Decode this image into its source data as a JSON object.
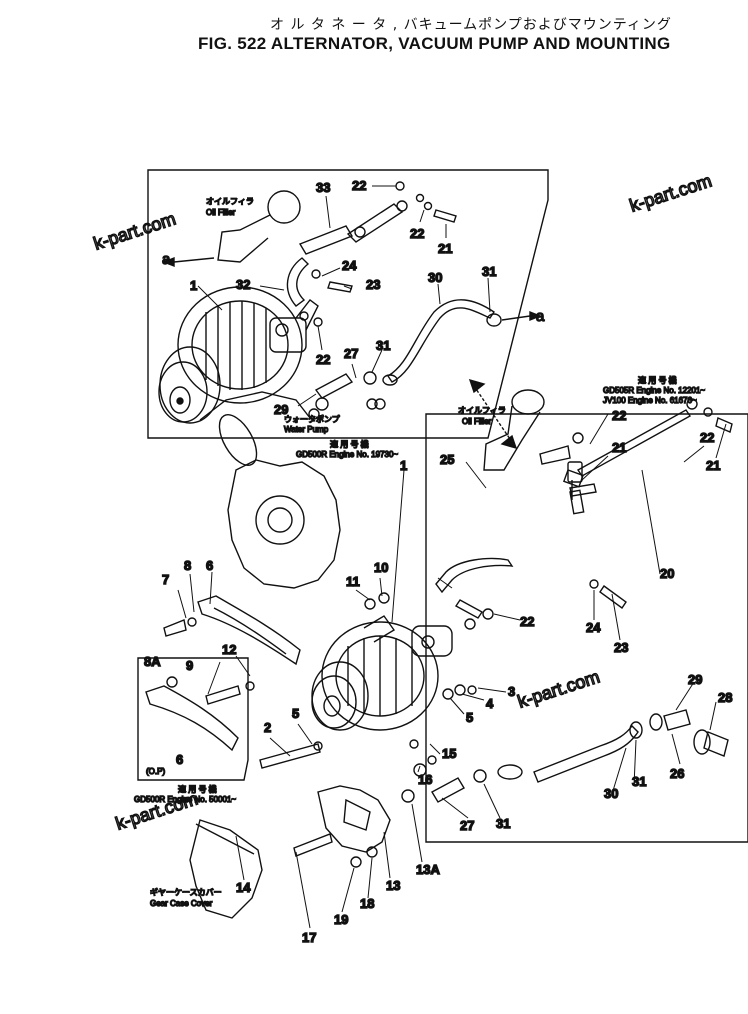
{
  "title": {
    "jp": "オ ル タ ネ ー タ , バキュームポンプおよびマウンティング",
    "en": "FIG. 522  ALTERNATOR, VACUUM PUMP AND MOUNTING"
  },
  "watermark": "k-part.com",
  "inset_top": {
    "applies": "適 用 号 機",
    "engine": "GD500R  Engine  No.  19730~",
    "oil_filler_jp": "オイルフィラ",
    "oil_filler": "Oil  Filler",
    "arrow_label": "a"
  },
  "inset_right": {
    "applies": "適 用 号 機",
    "engine_1": "GD505R   Engine   No.  12201~",
    "engine_2": "JV100     Engine   No.  61676~",
    "oil_filler_jp": "オイルフィラ",
    "oil_filler": "Oil  Filler"
  },
  "main": {
    "water_pump_jp": "ウォータポンプ",
    "water_pump": "Water  Pump",
    "gear_case_jp": "ギヤーケースカバー",
    "gear_case": "Gear  Case  Cover"
  },
  "inset_left": {
    "op": "(O.P)",
    "applies": "適 用 号 機",
    "engine": "GD500R  Engine  No.  50001~"
  },
  "callouts": {
    "c1": "1",
    "c2": "2",
    "c3": "3",
    "c4": "4",
    "c5": "5",
    "c6": "6",
    "c7": "7",
    "c8": "8",
    "c8a": "8A",
    "c9": "9",
    "c10": "10",
    "c11": "11",
    "c12": "12",
    "c13": "13",
    "c13a": "13A",
    "c14": "14",
    "c15": "15",
    "c16": "16",
    "c17": "17",
    "c18": "18",
    "c19": "19",
    "c20": "20",
    "c21": "21",
    "c22": "22",
    "c23": "23",
    "c24": "24",
    "c25": "25",
    "c26": "26",
    "c27": "27",
    "c28": "28",
    "c29": "29",
    "c30": "30",
    "c31": "31",
    "c32": "32",
    "c33": "33"
  }
}
